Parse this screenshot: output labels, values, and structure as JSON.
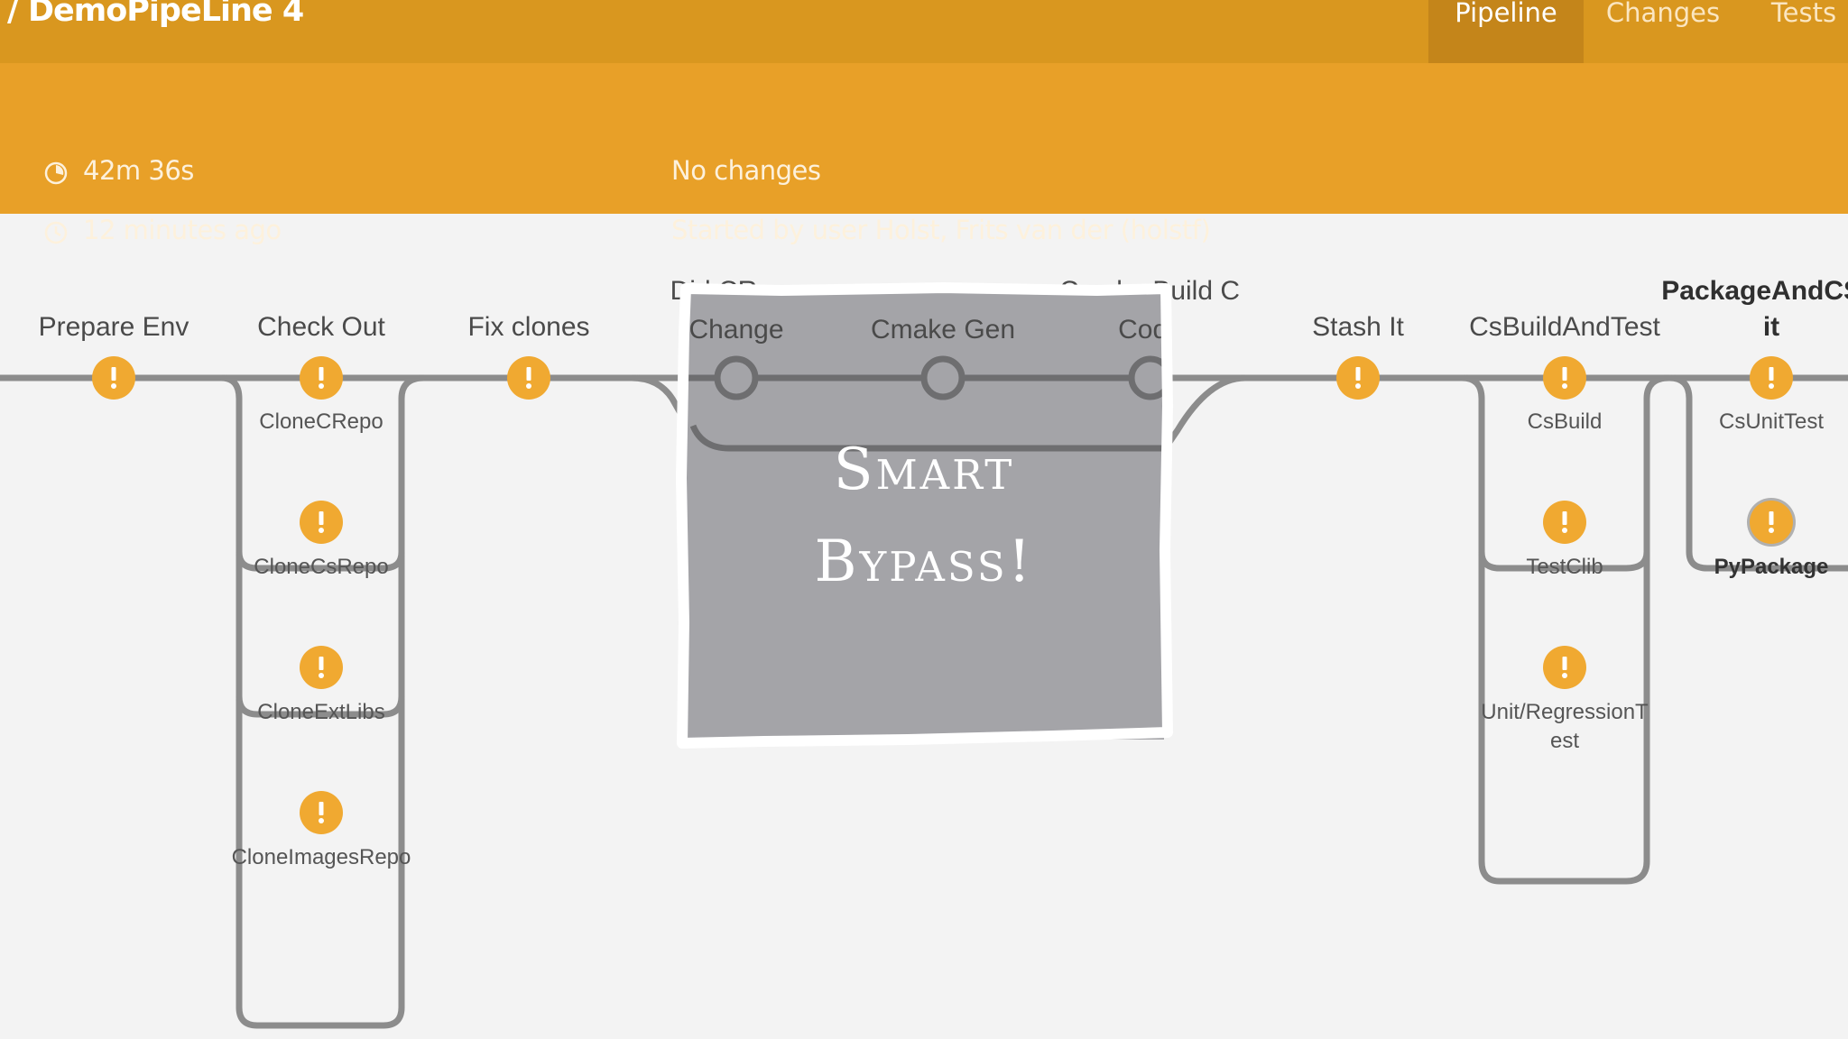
{
  "header": {
    "breadcrumb": "/ DemoPipeLine 4",
    "tabs": [
      {
        "label": "Pipeline",
        "active": true
      },
      {
        "label": "Changes",
        "active": false
      },
      {
        "label": "Tests",
        "active": false
      }
    ]
  },
  "summary": {
    "duration": "42m 36s",
    "started_ago": "12 minutes ago",
    "changes": "No changes",
    "started_by": "Started by user Holst, Frits van der (holstf)",
    "icons": [
      "duration-icon",
      "clock-icon"
    ]
  },
  "stages": [
    {
      "label": "Prepare Env",
      "status": "warning"
    },
    {
      "label": "Check Out",
      "status": "warning",
      "children": [
        "CloneCRepo",
        "CloneCsRepo",
        "CloneExtLibs",
        "CloneImagesRepo"
      ]
    },
    {
      "label": "Fix clones",
      "status": "warning"
    },
    {
      "label_lines": [
        "Did CRepo",
        "Change"
      ],
      "status": "skipped"
    },
    {
      "label": "Cmake Gen",
      "status": "skipped"
    },
    {
      "label_lines": [
        "Cmake Build C",
        "Code"
      ],
      "status": "skipped"
    },
    {
      "label": "Stash It",
      "status": "warning"
    },
    {
      "label": "CsBuildAndTest",
      "status": "warning",
      "children": [
        "CsBuild",
        "TestClib",
        "Unit/RegressionTest"
      ]
    },
    {
      "label_lines": [
        "PackageAndCSU",
        "it"
      ],
      "status": "warning",
      "children": [
        "CsUnitTest",
        "PyPackage"
      ]
    }
  ],
  "sub_labels": {
    "unit_regression_lines": [
      "Unit/RegressionT",
      "est"
    ]
  },
  "overlay": {
    "line1": "Smart",
    "line2": "Bypass!"
  },
  "colors": {
    "topbar": "#d9971f",
    "summary": "#e8a028",
    "warning_node": "#f0a931",
    "line": "#8c8c8c",
    "overlay": "#a4a4a8"
  }
}
